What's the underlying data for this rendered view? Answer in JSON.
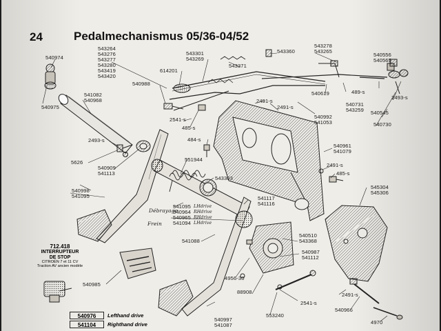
{
  "page": {
    "number": "24",
    "title": "Pedalmechanismus 05/36-04/52"
  },
  "labels": {
    "p540974": "540974",
    "p540975": "540975",
    "pgroup1": "543264\n543276\n543277\n543280\n543419\n543420",
    "p543301": "543301\n543269",
    "p543360": "543360",
    "p543278": "543278\n543265",
    "p540556": "540556\n540565",
    "p614201": "614201",
    "p543371": "543371",
    "p540988": "540988",
    "p541082": "541082\n540968",
    "p2491a": "2491-s",
    "p24913": "2491-s",
    "p489": "489-s",
    "p2493a": "2493-s",
    "p540619": "540619",
    "p540731": "540731\n543259",
    "p540545": "540545",
    "p540730": "540730",
    "p540992": "540992\n541053",
    "p2541a": "2541-s",
    "p485a": "485-s",
    "p2493b": "2493-s",
    "p484": "484-s",
    "p540961": "540961\n541079",
    "p5626": "5626",
    "p551944": "551944",
    "p540909": "540909\n541113",
    "p2491b": "2491-s",
    "p485b": "485-s",
    "p543303": "543303",
    "p540998": "540998\n541095",
    "p541117": "541117\n541116",
    "p545304": "545304\n545306",
    "p541095b": "541095",
    "p540964b": "540964",
    "p540965b": "540965",
    "p541094b": "541094",
    "lhdrive": "LHdrive",
    "rhdrive": "RHdrive",
    "rhdrive2": "RHdrive",
    "lhdrive2": "LHdrive",
    "p541088": "541088",
    "p540510": "540510\n543368",
    "p540987": "540987\n541112",
    "p4956": "4956-30",
    "p88908": "88908",
    "p2541b": "2541-s",
    "p553240": "553240",
    "p540985": "540985",
    "p2491c": "2491-s",
    "p540966": "540966",
    "p4970": "4970",
    "p540997": "540997\n541087",
    "debrayage": "Débrayage",
    "frein": "Frein"
  },
  "stop_switch": {
    "number": "712.418",
    "title_line1": "INTERRUPTEUR",
    "title_line2": "DE STOP",
    "subtitle1": "CITROËN 7 et 11 CV",
    "subtitle2": "Traction AV ancien modèle"
  },
  "legend": {
    "rows": [
      {
        "code": "540976",
        "text": "Lefthand drive"
      },
      {
        "code": "541104",
        "text": "Righthand drive"
      }
    ]
  }
}
